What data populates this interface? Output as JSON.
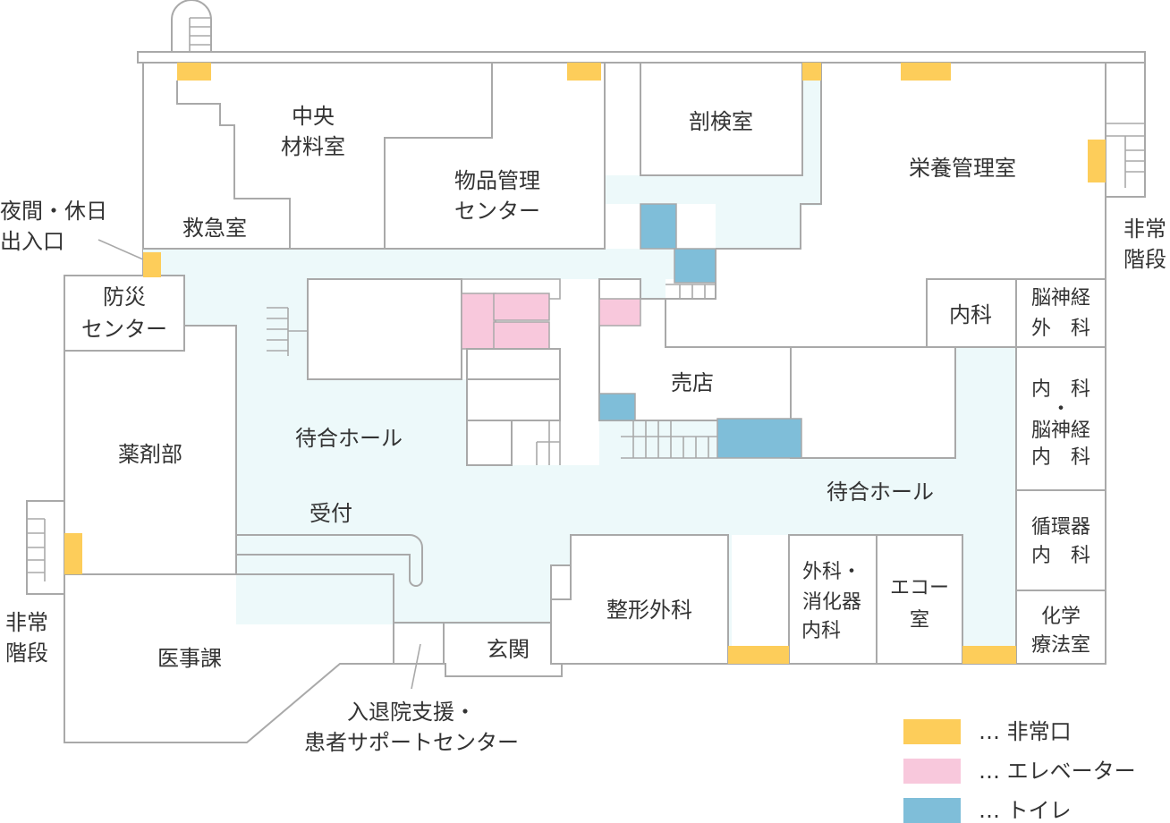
{
  "colors": {
    "exit": "#fdcd5a",
    "elevator": "#f8c8dc",
    "toilet": "#7fbed9",
    "hall": "#edf9fa",
    "wall": "#a9a9a9"
  },
  "rooms": {
    "central_supply": [
      "中央",
      "材料室"
    ],
    "emergency": [
      "救急室"
    ],
    "supply_center": [
      "物品管理",
      "センター"
    ],
    "autopsy": [
      "剖検室"
    ],
    "nutrition": [
      "栄養管理室"
    ],
    "night_entrance": [
      "夜間・休日",
      "出入口"
    ],
    "disaster_center": [
      "防災",
      "センター"
    ],
    "pharmacy": [
      "薬剤部"
    ],
    "waiting_hall_1": [
      "待合ホール"
    ],
    "reception": [
      "受付"
    ],
    "shop": [
      "売店"
    ],
    "waiting_hall_2": [
      "待合ホール"
    ],
    "internal_med": [
      "内科"
    ],
    "neurosurgery": [
      "脳神経",
      "外　科"
    ],
    "internal_neuro": [
      "内　科",
      "・",
      "脳神経",
      "内　科"
    ],
    "cardiology": [
      "循環器",
      "内　科"
    ],
    "chemo": [
      "化学",
      "療法室"
    ],
    "surgery_gi": [
      "外科・",
      "消化器",
      "内科"
    ],
    "echo": [
      "エコー",
      "室"
    ],
    "orthopedics": [
      "整形外科"
    ],
    "entrance": [
      "玄関"
    ],
    "medical_affairs": [
      "医事課"
    ],
    "support_center": [
      "入退院支援・",
      "患者サポートセンター"
    ],
    "stairs_right": [
      "非常",
      "階段"
    ],
    "stairs_left": [
      "非常",
      "階段"
    ]
  },
  "legend": [
    {
      "key": "exit",
      "label": "… 非常口"
    },
    {
      "key": "elevator",
      "label": "… エレベーター"
    },
    {
      "key": "toilet",
      "label": "… トイレ"
    }
  ]
}
